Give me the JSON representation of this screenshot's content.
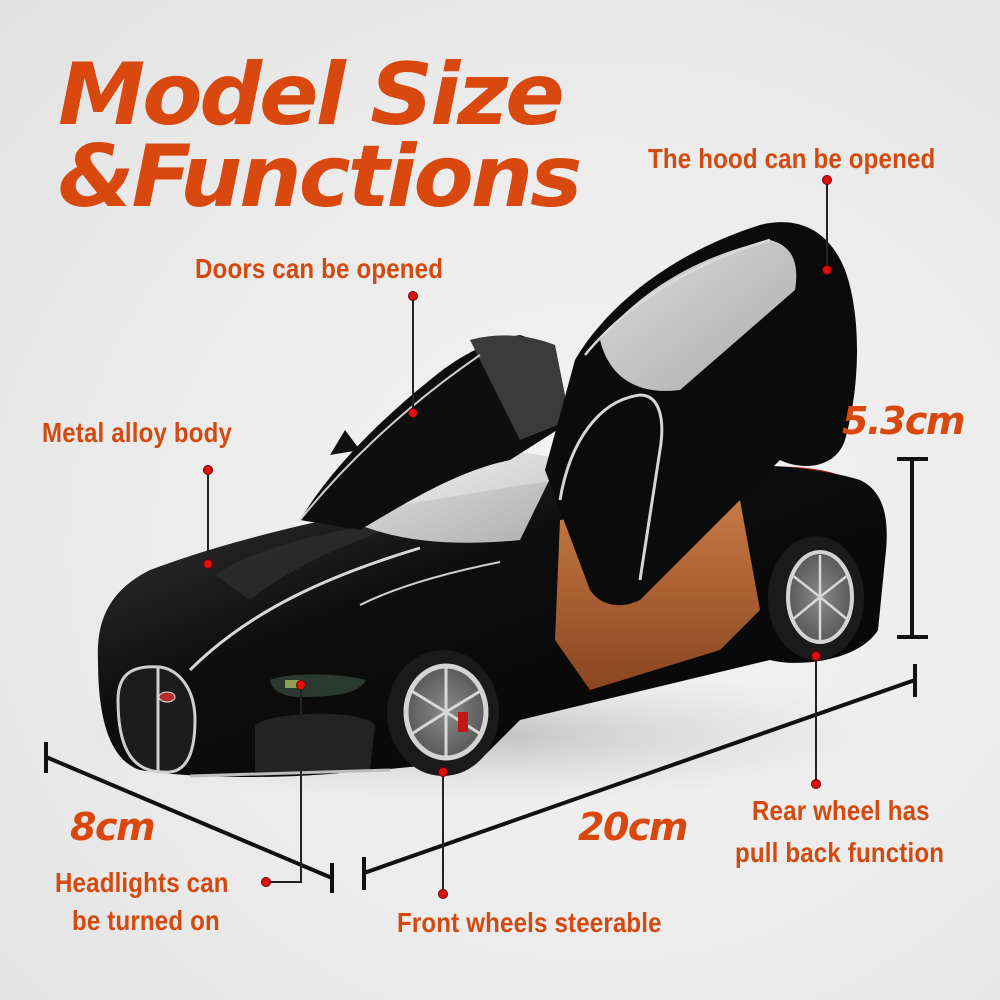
{
  "title": {
    "line1": "Model Size",
    "line2": "&Functions"
  },
  "callouts": {
    "hood": "The hood can be opened",
    "doors": "Doors can be opened",
    "body": "Metal alloy body",
    "headlights_line1": "Headlights can",
    "headlights_line2": "be turned on",
    "front_wheels": "Front wheels steerable",
    "rear_wheel_line1": "Rear wheel has",
    "rear_wheel_line2": "pull back function"
  },
  "dimensions": {
    "height": "5.3cm",
    "width": "8cm",
    "length": "20cm"
  },
  "colors": {
    "accent": "#d9480f",
    "dot": "#e10e0e",
    "line": "#111111",
    "car_body": "#0b0b0b",
    "interior": "#b4612f"
  }
}
